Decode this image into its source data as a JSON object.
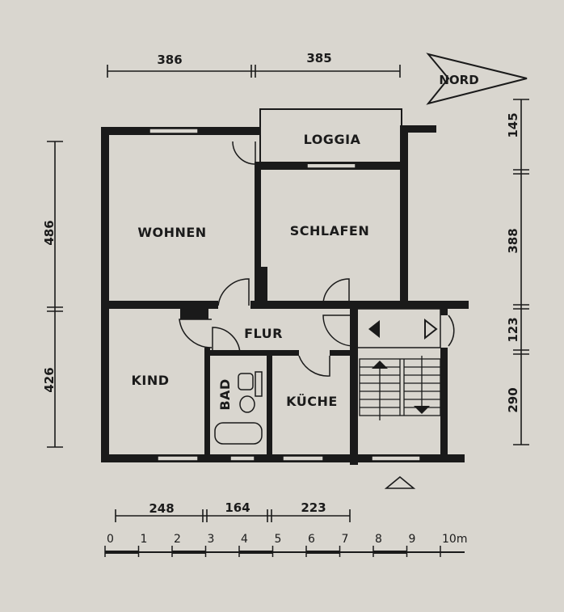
{
  "rooms": {
    "loggia": "LOGGIA",
    "wohnen": "WOHNEN",
    "schlafen": "SCHLAFEN",
    "flur": "FLUR",
    "kind": "KIND",
    "bad": "BAD",
    "kueche": "KÜCHE"
  },
  "north_label": "NORD",
  "dimensions": {
    "top": [
      "386",
      "385"
    ],
    "left": [
      "486",
      "426"
    ],
    "right": [
      "145",
      "388",
      "123",
      "290"
    ],
    "bottom": [
      "248",
      "164",
      "223"
    ]
  },
  "scale_bar": {
    "labels": [
      "0",
      "1",
      "2",
      "3",
      "4",
      "5",
      "6",
      "7",
      "8",
      "9",
      "10m"
    ]
  }
}
